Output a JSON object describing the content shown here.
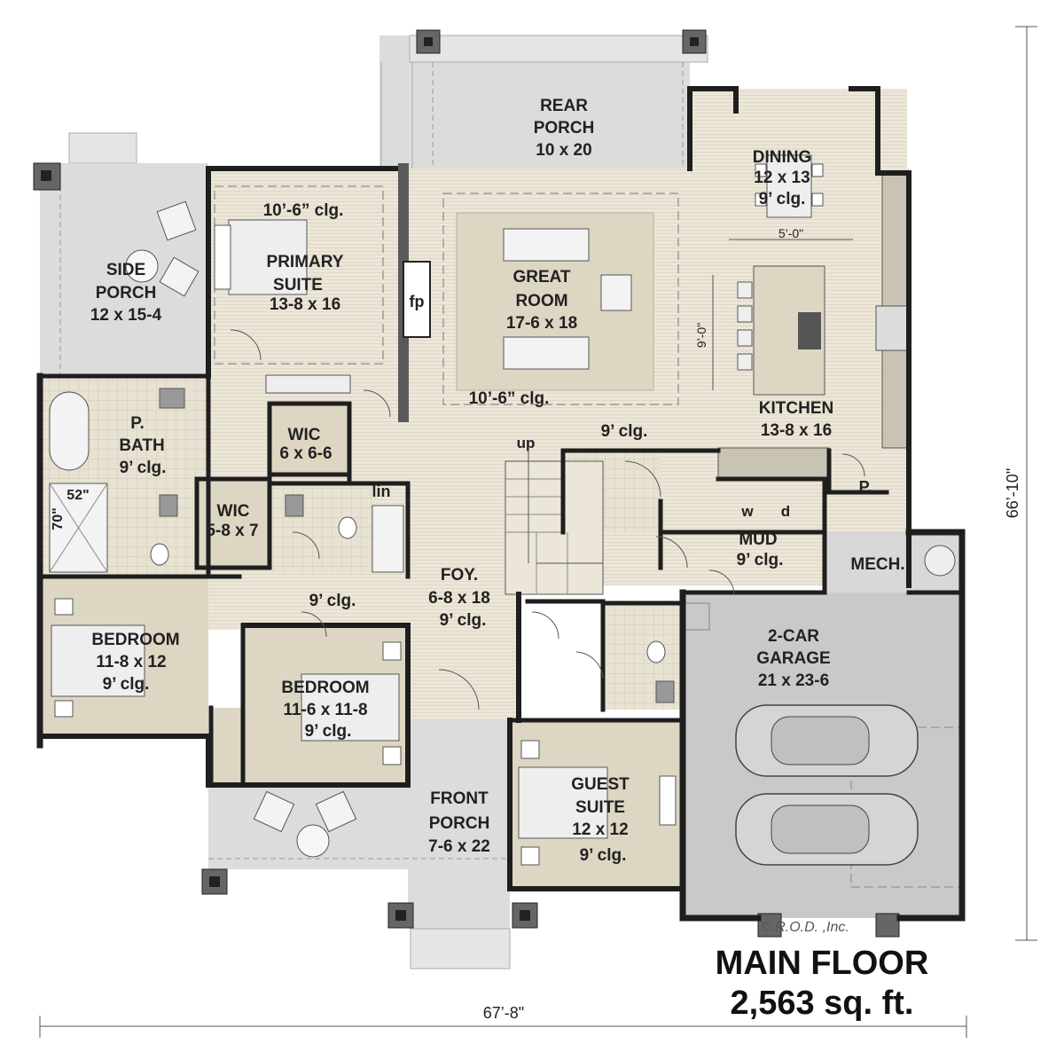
{
  "rooms": {
    "rear_porch": {
      "line1": "REAR",
      "line2": "PORCH",
      "size": "10 x 20"
    },
    "dining": {
      "name": "DINING",
      "size": "12 x 13",
      "ceiling": "9’ clg."
    },
    "side_porch": {
      "line1": "SIDE",
      "line2": "PORCH",
      "size": "12 x 15-4"
    },
    "primary_suite": {
      "line1": "PRIMARY",
      "line2": "SUITE",
      "size": "13-8 x 16",
      "ceiling": "10’-6” clg."
    },
    "great_room": {
      "line1": "GREAT",
      "line2": "ROOM",
      "size": "17-6 x 18",
      "ceiling": "10’-6” clg."
    },
    "kitchen": {
      "name": "KITCHEN",
      "size": "13-8 x 16"
    },
    "p_bath": {
      "line1": "P.",
      "line2": "BATH",
      "ceiling": "9’ clg."
    },
    "wic_1": {
      "name": "WIC",
      "size": "6 x 6-6"
    },
    "wic_2": {
      "name": "WIC",
      "size": "5-8 x 7"
    },
    "mud": {
      "name": "MUD",
      "ceiling": "9’ clg."
    },
    "mech": {
      "name": "MECH."
    },
    "foyer": {
      "name": "FOY.",
      "size": "6-8 x 18",
      "ceiling": "9’ clg."
    },
    "hall": {
      "ceiling": "9’ clg."
    },
    "bedroom_1": {
      "name": "BEDROOM",
      "size": "11-8 x 12",
      "ceiling": "9’ clg."
    },
    "bedroom_2": {
      "name": "BEDROOM",
      "size": "11-6 x 11-8",
      "ceiling": "9’ clg."
    },
    "garage": {
      "line1": "2-CAR",
      "line2": "GARAGE",
      "size": "21 x 23-6"
    },
    "front_porch": {
      "line1": "FRONT",
      "line2": "PORCH",
      "size": "7-6 x 22"
    },
    "guest_suite": {
      "line1": "GUEST",
      "line2": "SUITE",
      "size": "12 x 12",
      "ceiling": "9’ clg."
    }
  },
  "labels": {
    "center_ceiling": "9’ clg.",
    "fireplace": "fp",
    "linen": "lin",
    "pantry": "P.",
    "stairs_up": "up",
    "washer": "w",
    "dryer": "d",
    "island_width": "5’-0\"",
    "island_length": "9’-0\"",
    "shower_width": "52\"",
    "shower_depth": "70\""
  },
  "dimensions": {
    "overall_width": "67’-8\"",
    "overall_depth": "66’-10\""
  },
  "title": {
    "line1": "MAIN FLOOR",
    "line2": "2,563 sq. ft."
  },
  "copyright": "© R.O.D. ,Inc.",
  "colors": {
    "floor_beige": "#ece6d8",
    "room_tan": "#ddd6c3",
    "porch_gray": "#dcdcdc",
    "garage_gray": "#c9c9c9",
    "wall": "#1e1e1e"
  }
}
